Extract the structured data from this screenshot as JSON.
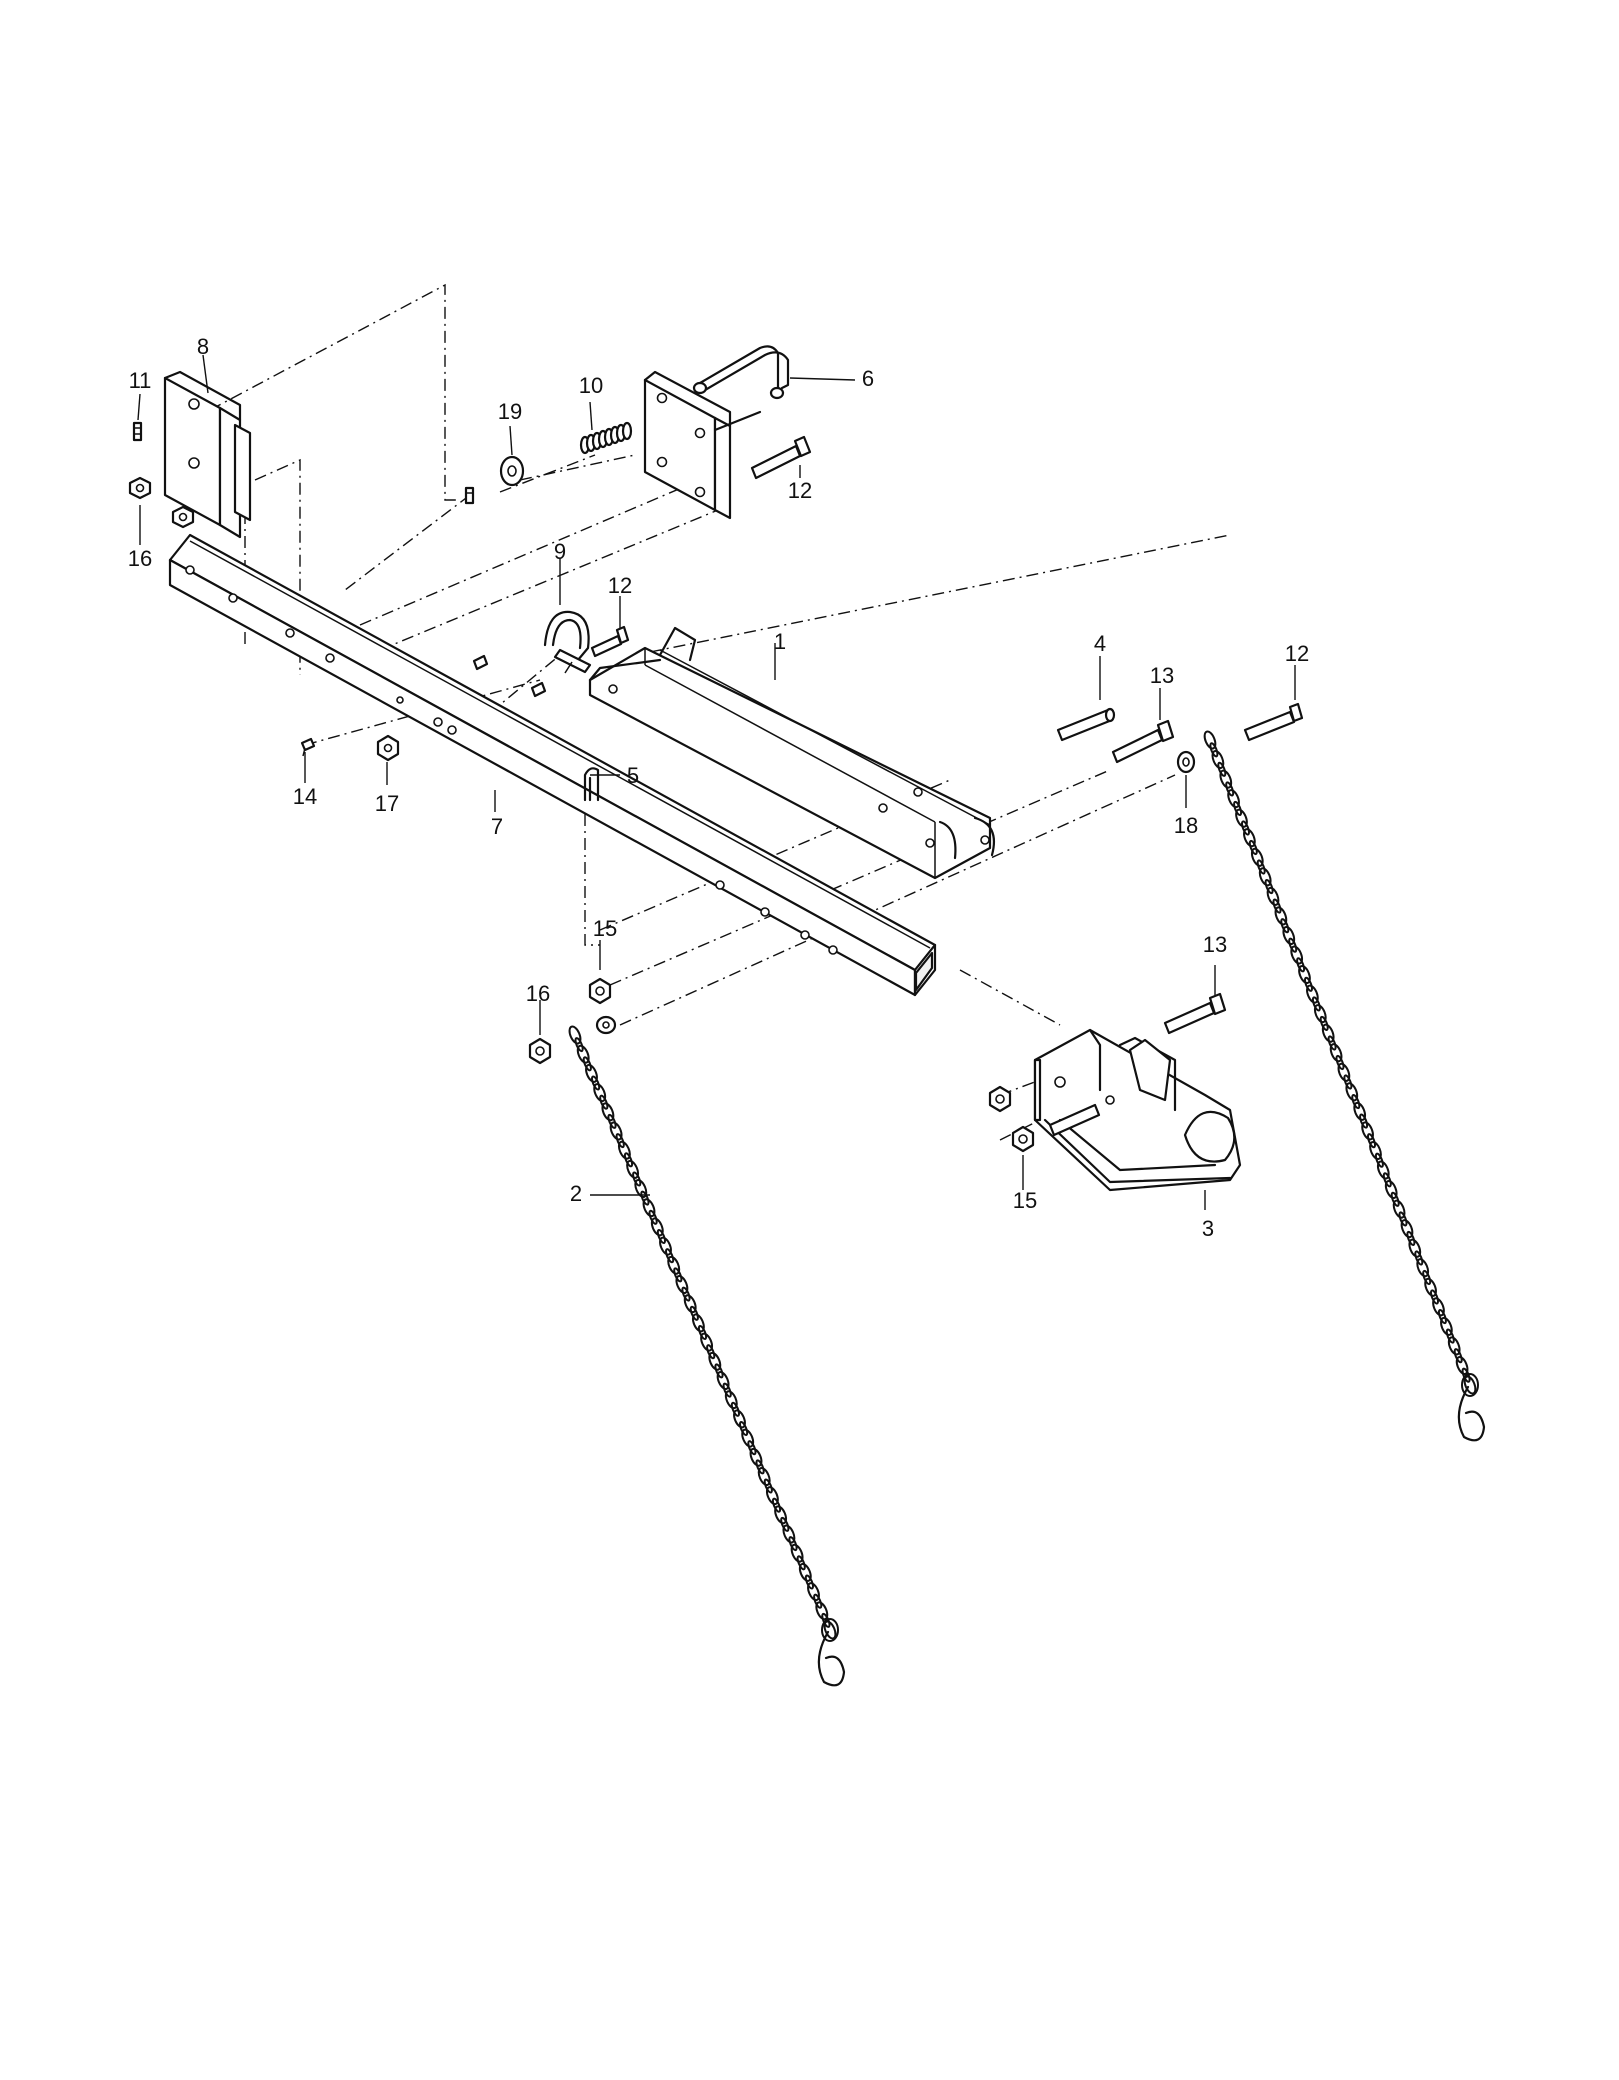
{
  "diagram": {
    "type": "exploded-parts-view",
    "callouts": [
      {
        "id": "c1",
        "text": "1"
      },
      {
        "id": "c2",
        "text": "2"
      },
      {
        "id": "c3",
        "text": "3"
      },
      {
        "id": "c4",
        "text": "4"
      },
      {
        "id": "c5",
        "text": "5"
      },
      {
        "id": "c6",
        "text": "6"
      },
      {
        "id": "c7",
        "text": "7"
      },
      {
        "id": "c8",
        "text": "8"
      },
      {
        "id": "c9",
        "text": "9"
      },
      {
        "id": "c10",
        "text": "10"
      },
      {
        "id": "c11",
        "text": "11"
      },
      {
        "id": "c12a",
        "text": "12"
      },
      {
        "id": "c12b",
        "text": "12"
      },
      {
        "id": "c12c",
        "text": "12"
      },
      {
        "id": "c13a",
        "text": "13"
      },
      {
        "id": "c13b",
        "text": "13"
      },
      {
        "id": "c14",
        "text": "14"
      },
      {
        "id": "c15a",
        "text": "15"
      },
      {
        "id": "c15b",
        "text": "15"
      },
      {
        "id": "c16a",
        "text": "16"
      },
      {
        "id": "c16b",
        "text": "16"
      },
      {
        "id": "c17",
        "text": "17"
      },
      {
        "id": "c18",
        "text": "18"
      },
      {
        "id": "c19",
        "text": "19"
      }
    ]
  }
}
